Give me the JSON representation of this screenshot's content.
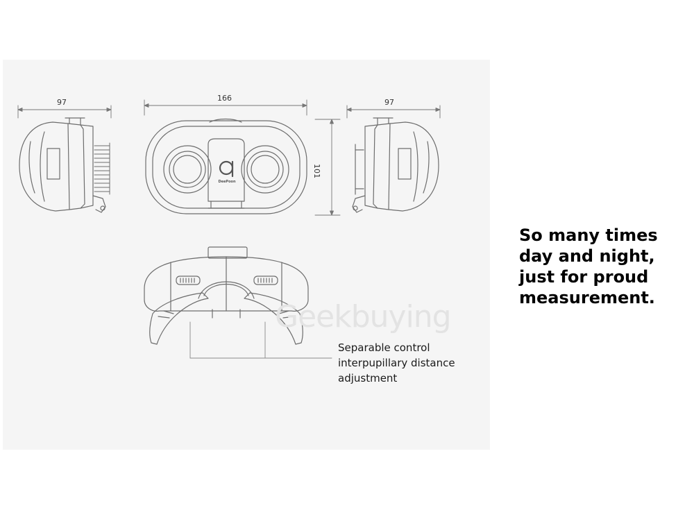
{
  "dimensions": {
    "left_side_width": "97",
    "front_width": "166",
    "front_height": "101",
    "right_side_width": "97"
  },
  "brand_name": "DeePoon",
  "watermark": "Geekbuying",
  "callout": {
    "lines": [
      "Separable control",
      "interpupillary distance",
      "adjustment"
    ]
  },
  "tagline": {
    "lines": [
      "So many times",
      "day and night,",
      "just for proud",
      "measurement."
    ]
  },
  "colors": {
    "panel_background": "#f5f5f5",
    "line_art": "#6d6d6d",
    "dimension_line": "#777777",
    "text": "#000000"
  }
}
